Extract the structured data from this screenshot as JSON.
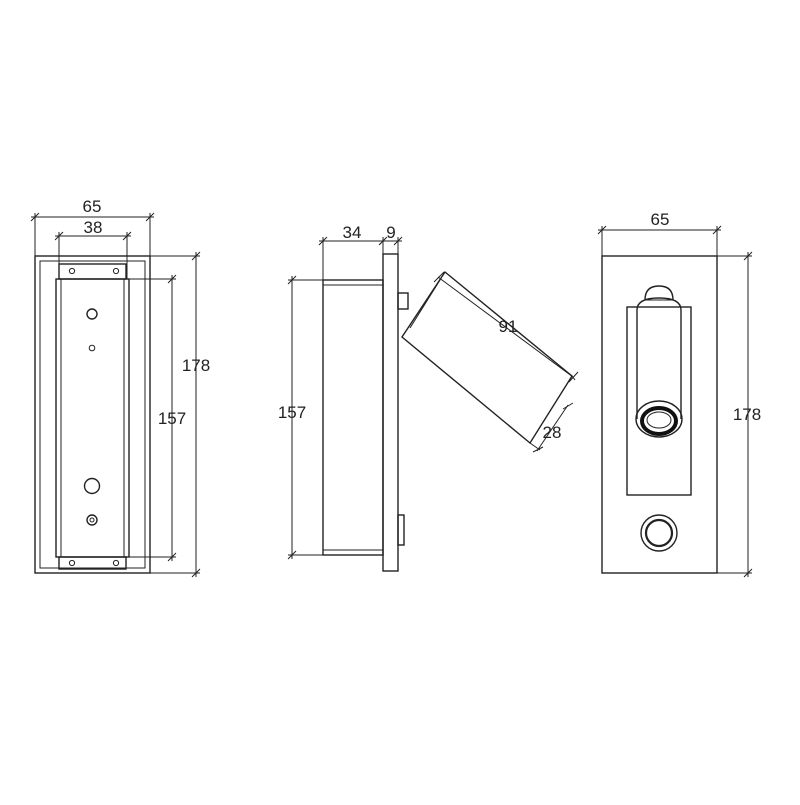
{
  "front_view": {
    "width_label": "65",
    "inner_width_label": "38",
    "height_label": "178",
    "inner_height_label": "157"
  },
  "side_view": {
    "depth_label": "34",
    "plate_label": "9",
    "height_label": "157",
    "arm_length_label": "91",
    "arm_width_label": "28"
  },
  "back_view": {
    "width_label": "65",
    "height_label": "178"
  },
  "colors": {
    "line": "#222222",
    "background": "#ffffff"
  }
}
